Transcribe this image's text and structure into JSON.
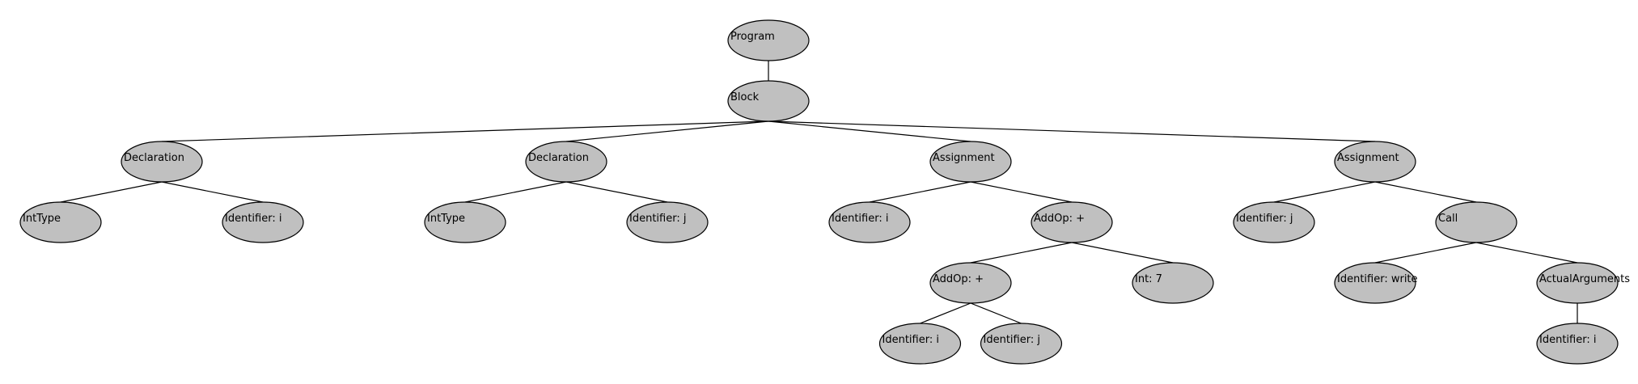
{
  "colors": {
    "background": "#ffffff",
    "node_fill": "#c0c0c0",
    "node_stroke": "#000000",
    "edge": "#000000"
  },
  "tree": {
    "label": "Program",
    "children": [
      {
        "label": "Block",
        "children": [
          {
            "label": "Declaration",
            "children": [
              {
                "label": "IntType"
              },
              {
                "label": "Identifier: i"
              }
            ]
          },
          {
            "label": "Declaration",
            "children": [
              {
                "label": "IntType"
              },
              {
                "label": "Identifier: j"
              }
            ]
          },
          {
            "label": "Assignment",
            "children": [
              {
                "label": "Identifier: i"
              },
              {
                "label": "AddOp: +",
                "children": [
                  {
                    "label": "AddOp: +",
                    "children": [
                      {
                        "label": "Identifier: i"
                      },
                      {
                        "label": "Identifier: j"
                      }
                    ]
                  },
                  {
                    "label": "Int: 7"
                  }
                ]
              }
            ]
          },
          {
            "label": "Assignment",
            "children": [
              {
                "label": "Identifier: j"
              },
              {
                "label": "Call",
                "children": [
                  {
                    "label": "Identifier: write"
                  },
                  {
                    "label": "ActualArguments",
                    "children": [
                      {
                        "label": "Identifier: i"
                      }
                    ]
                  }
                ]
              }
            ]
          }
        ]
      }
    ]
  }
}
